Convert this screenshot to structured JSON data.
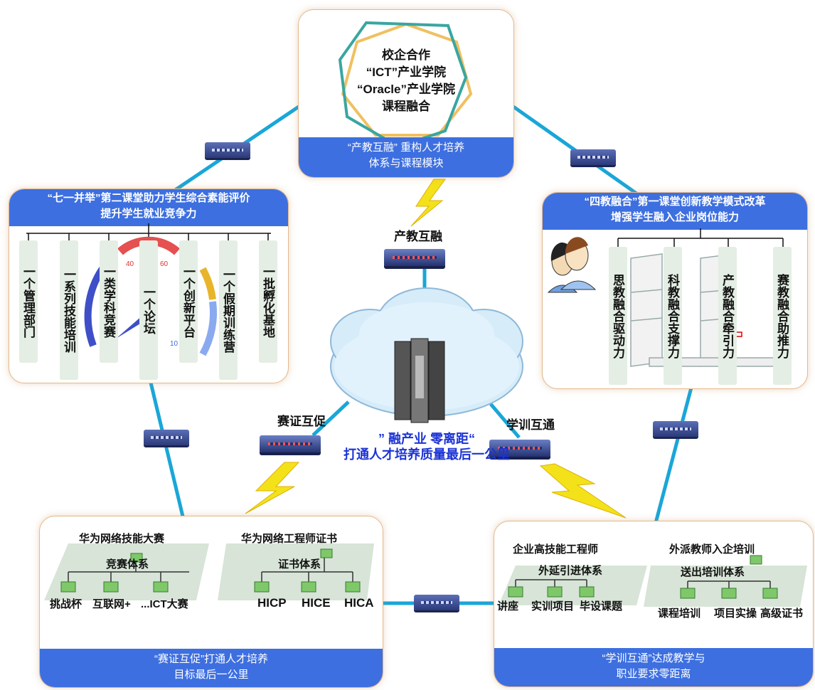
{
  "top_panel": {
    "star_lines": [
      "校企合作",
      "“ICT”产业学院",
      "“Oracle”产业学院",
      "课程融合"
    ],
    "band_lines": [
      "“产教互融” 重构人才培养",
      "体系与课程模块"
    ]
  },
  "left_panel": {
    "band_lines": [
      "“七一并举”第二课堂助力学生综合素能评价",
      "提升学生就业竞争力"
    ],
    "columns": [
      "一个管理部门",
      "一系列技能培训",
      "一类学科竞赛",
      "一个论坛",
      "一个创新平台",
      "一个假期训练营",
      "一批孵化基地"
    ],
    "gauge_ticks": [
      "40",
      "60",
      "10"
    ]
  },
  "right_panel": {
    "band_lines": [
      "“四教融合”第一课堂创新教学模式改革",
      "增强学生融入企业岗位能力"
    ],
    "columns": [
      "思教融合驱动力",
      "科教融合支撑力",
      "产教融合牵引力",
      "赛教融合助推力"
    ]
  },
  "center": {
    "label_top": "产教互融",
    "label_left": "赛证互促",
    "label_right": "学训互通",
    "cloud_lines": [
      "” 融产业  零离距“",
      "打通人才培养质量最后一公里"
    ]
  },
  "bottom_left_panel": {
    "title_left": "华为网络技能大赛",
    "title_right": "华为网络工程师证书",
    "sub_left": "竞赛体系",
    "sub_right": "证书体系",
    "items_left": [
      "挑战杯",
      "互联网+",
      "...ICT大赛"
    ],
    "items_right": [
      "HICP",
      "HICE",
      "HICA"
    ],
    "band_lines": [
      "“赛证互促”打通人才培养",
      "目标最后一公里"
    ]
  },
  "bottom_right_panel": {
    "title_left": "企业高技能工程师",
    "title_right": "外派教师入企培训",
    "sub_left": "外延引进体系",
    "sub_right": "送出培训体系",
    "items_left": [
      "讲座",
      "实训项目",
      "毕设课题"
    ],
    "items_right": [
      "课程培训",
      "项目实操",
      "高级证书"
    ],
    "band_lines": [
      "“学训互通”达成教学与",
      "职业要求零距离"
    ]
  },
  "colors": {
    "band": "#3d6fe0",
    "link": "#1aa6d8",
    "star_teal": "#3aa6a0",
    "star_gold": "#f0c060",
    "bolt": "#f3e21a"
  }
}
